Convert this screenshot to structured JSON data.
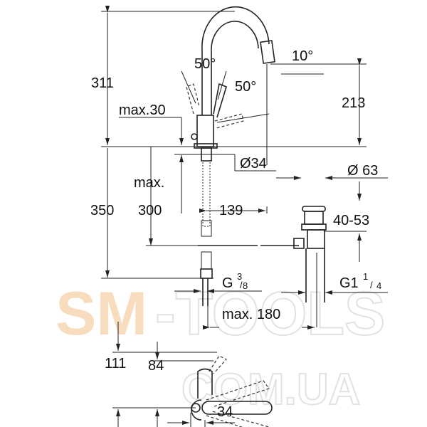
{
  "watermark": {
    "part1": "SM",
    "part2": "-TOOLS",
    "part3": "COM.UA",
    "color": "#f7dcbd"
  },
  "dimensions": {
    "total_height": "311",
    "lever_angle_left": "50°",
    "lever_angle_right": "50°",
    "spout_angle": "10°",
    "spout_height": "213",
    "max_30": "max.30",
    "base_diameter": "Ø34",
    "drain_diameter": "Ø 63",
    "max_label": "max.",
    "below_350": "350",
    "below_300": "300",
    "reach_139": "139",
    "drain_40_53": "40-53",
    "thread_g": "G",
    "thread_g_num": "3",
    "thread_g_den": "8",
    "thread_g1": "G1",
    "thread_g1_num": "1",
    "thread_g1_den": "4",
    "max_180": "max. 180",
    "top_111": "111",
    "top_84": "84",
    "top_34": "34"
  }
}
